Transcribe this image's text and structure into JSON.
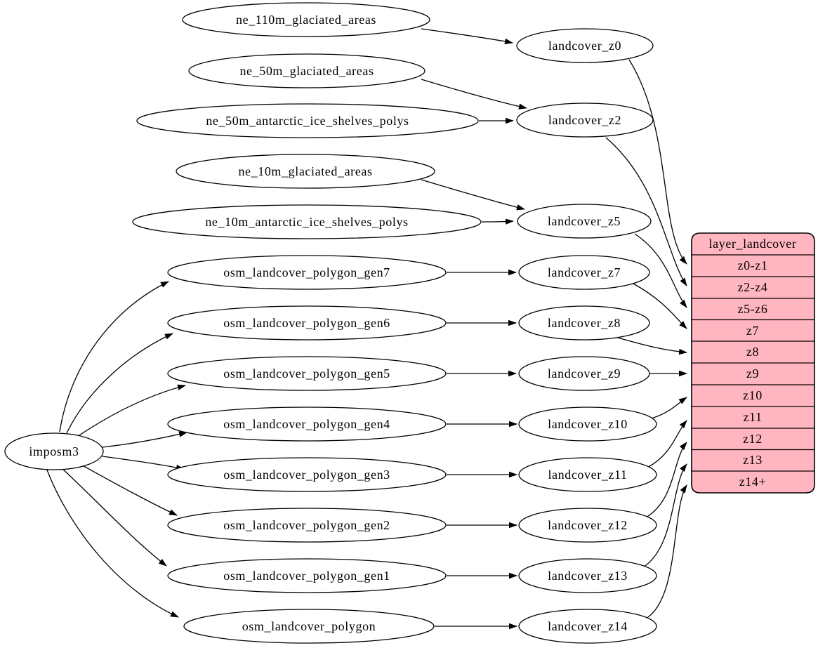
{
  "diagram": {
    "type": "etl-flow-graph",
    "colors": {
      "background": "#ffffff",
      "node_fill": "#ffffff",
      "node_stroke": "#000000",
      "edge": "#000000",
      "table_fill": "#ffb6c1",
      "text": "#000000"
    }
  },
  "nodes": {
    "imposm3": "imposm3",
    "ne_110m_glaciated_areas": "ne_110m_glaciated_areas",
    "ne_50m_glaciated_areas": "ne_50m_glaciated_areas",
    "ne_50m_antarctic_ice_shelves_polys": "ne_50m_antarctic_ice_shelves_polys",
    "ne_10m_glaciated_areas": "ne_10m_glaciated_areas",
    "ne_10m_antarctic_ice_shelves_polys": "ne_10m_antarctic_ice_shelves_polys",
    "osm_landcover_polygon_gen7": "osm_landcover_polygon_gen7",
    "osm_landcover_polygon_gen6": "osm_landcover_polygon_gen6",
    "osm_landcover_polygon_gen5": "osm_landcover_polygon_gen5",
    "osm_landcover_polygon_gen4": "osm_landcover_polygon_gen4",
    "osm_landcover_polygon_gen3": "osm_landcover_polygon_gen3",
    "osm_landcover_polygon_gen2": "osm_landcover_polygon_gen2",
    "osm_landcover_polygon_gen1": "osm_landcover_polygon_gen1",
    "osm_landcover_polygon": "osm_landcover_polygon",
    "landcover_z0": "landcover_z0",
    "landcover_z2": "landcover_z2",
    "landcover_z5": "landcover_z5",
    "landcover_z7": "landcover_z7",
    "landcover_z8": "landcover_z8",
    "landcover_z9": "landcover_z9",
    "landcover_z10": "landcover_z10",
    "landcover_z11": "landcover_z11",
    "landcover_z12": "landcover_z12",
    "landcover_z13": "landcover_z13",
    "landcover_z14": "landcover_z14"
  },
  "table": {
    "title": "layer_landcover",
    "rows": [
      "z0-z1",
      "z2-z4",
      "z5-z6",
      "z7",
      "z8",
      "z9",
      "z10",
      "z11",
      "z12",
      "z13",
      "z14+"
    ]
  },
  "edges": [
    [
      "ne_110m_glaciated_areas",
      "landcover_z0"
    ],
    [
      "ne_50m_glaciated_areas",
      "landcover_z2"
    ],
    [
      "ne_50m_antarctic_ice_shelves_polys",
      "landcover_z2"
    ],
    [
      "ne_10m_glaciated_areas",
      "landcover_z5"
    ],
    [
      "ne_10m_antarctic_ice_shelves_polys",
      "landcover_z5"
    ],
    [
      "imposm3",
      "osm_landcover_polygon_gen7"
    ],
    [
      "imposm3",
      "osm_landcover_polygon_gen6"
    ],
    [
      "imposm3",
      "osm_landcover_polygon_gen5"
    ],
    [
      "imposm3",
      "osm_landcover_polygon_gen4"
    ],
    [
      "imposm3",
      "osm_landcover_polygon_gen3"
    ],
    [
      "imposm3",
      "osm_landcover_polygon_gen2"
    ],
    [
      "imposm3",
      "osm_landcover_polygon_gen1"
    ],
    [
      "imposm3",
      "osm_landcover_polygon"
    ],
    [
      "osm_landcover_polygon_gen7",
      "landcover_z7"
    ],
    [
      "osm_landcover_polygon_gen6",
      "landcover_z8"
    ],
    [
      "osm_landcover_polygon_gen5",
      "landcover_z9"
    ],
    [
      "osm_landcover_polygon_gen4",
      "landcover_z10"
    ],
    [
      "osm_landcover_polygon_gen3",
      "landcover_z11"
    ],
    [
      "osm_landcover_polygon_gen2",
      "landcover_z12"
    ],
    [
      "osm_landcover_polygon_gen1",
      "landcover_z13"
    ],
    [
      "osm_landcover_polygon",
      "landcover_z14"
    ],
    [
      "landcover_z0",
      "layer_landcover.z0-z1"
    ],
    [
      "landcover_z2",
      "layer_landcover.z2-z4"
    ],
    [
      "landcover_z5",
      "layer_landcover.z5-z6"
    ],
    [
      "landcover_z7",
      "layer_landcover.z7"
    ],
    [
      "landcover_z8",
      "layer_landcover.z8"
    ],
    [
      "landcover_z9",
      "layer_landcover.z9"
    ],
    [
      "landcover_z10",
      "layer_landcover.z10"
    ],
    [
      "landcover_z11",
      "layer_landcover.z11"
    ],
    [
      "landcover_z12",
      "layer_landcover.z12"
    ],
    [
      "landcover_z13",
      "layer_landcover.z13"
    ],
    [
      "landcover_z14",
      "layer_landcover.z14+"
    ]
  ]
}
